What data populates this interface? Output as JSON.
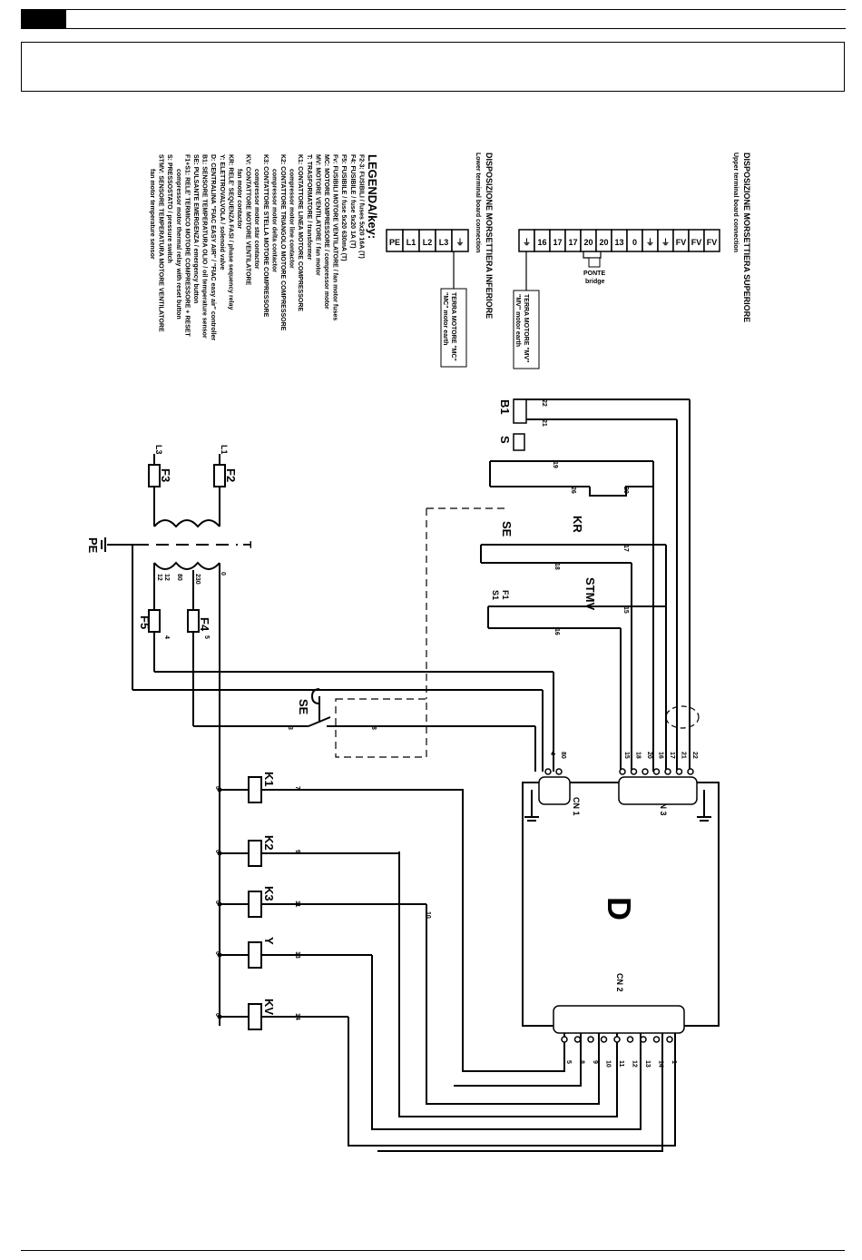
{
  "legend": {
    "title": "LEGENDA/key:",
    "items": [
      {
        "code": "F2-3:",
        "it": "FUSIBILI / fuses 5x20 16A (T)",
        "en": ""
      },
      {
        "code": "F4:",
        "it": "FUSIBILE / fuse 5x20 1A (T)",
        "en": ""
      },
      {
        "code": "F5:",
        "it": "FUSIBILE / fuse 5x20 630mA (T)",
        "en": ""
      },
      {
        "code": "Fv:",
        "it": "FUSIBILI MOTORE VENTILATORE / fan motor fuses",
        "en": ""
      },
      {
        "code": "MC:",
        "it": "MOTORE COMPRESSORE / compressor motor",
        "en": ""
      },
      {
        "code": "MV:",
        "it": "MOTORE VENTILATORE / fan motor",
        "en": ""
      },
      {
        "code": "T:",
        "it": "TRASFORMATORE / transformer",
        "en": ""
      },
      {
        "code": "K1:",
        "it": "CONTATTORE LINEA MOTORE COMPRESSORE",
        "en": "compressor motor line contactor"
      },
      {
        "code": "K2:",
        "it": "CONTATTORE TRIANGOLO MOTORE COMPRESSORE",
        "en": "compressor motor delta contactor"
      },
      {
        "code": "K3:",
        "it": "CONTATTORE STELLA MOTORE COMPRESSORE",
        "en": "compressor motor star contactor"
      },
      {
        "code": "KV:",
        "it": "CONTATTORE MOTORE VENTILATORE",
        "en": "fan motor contactor"
      },
      {
        "code": "KR:",
        "it": "RELE' SEQUENZA FASI / phase sequency relay",
        "en": ""
      },
      {
        "code": "Y:",
        "it": "ELETTROVALVOLA / solenoid valve",
        "en": ""
      },
      {
        "code": "D:",
        "it": "CENTRALINA \"FIAC EASY AIR\" / \"FIAC easy air\" controller",
        "en": ""
      },
      {
        "code": "B1:",
        "it": "SENSORE TEMPERATURA OLIO / oil temperature sensor",
        "en": ""
      },
      {
        "code": "SE:",
        "it": "PULSANTE EMERGENZA / emergency button",
        "en": ""
      },
      {
        "code": "F1+S1:",
        "it": "RELE' TERMICO MOTORE COMPRESSORE + RESET",
        "en": "compressor motor thermal relay with reset button"
      },
      {
        "code": "S:",
        "it": "PRESSOSTATO / pressure switch",
        "en": ""
      },
      {
        "code": "STMV:",
        "it": "SENSORE TEMPERATURA MOTORE VENTILATORE",
        "en": "fan motor temperature sensor"
      }
    ]
  },
  "lower_board": {
    "title": "DISPOSIZIONE MORSETTIERA INFERIORE",
    "subtitle": "Lower terminal board connection",
    "terminals": [
      "PE",
      "L1",
      "L2",
      "L3",
      "⏚"
    ],
    "note": "TERRA MOTORE \"MC\"",
    "note2": "\"MC\" motor earth"
  },
  "upper_board": {
    "title": "DISPOSIZIONE MORSETTIERA SUPERIORE",
    "subtitle": "Upper terminal board connection",
    "terminals": [
      "⏚",
      "16",
      "17",
      "17",
      "20",
      "20",
      "13",
      "0",
      "⏚",
      "⏚",
      "FV",
      "FV",
      "FV"
    ],
    "bridge": "PONTE",
    "bridge2": "bridge",
    "note": "TERRA MOTORE \"MV\"",
    "note2": "\"MV\" motor earth"
  },
  "components": {
    "fuse_f2": "F2",
    "fuse_f3": "F3",
    "line_l1": "L1",
    "line_l3": "L3",
    "transformer": "T",
    "pe": "PE",
    "fuse_f4": "F4",
    "fuse_f5": "F5",
    "tap_0": "0",
    "tap_230": "230",
    "tap_80": "80",
    "tap_12": "12",
    "b1": "B1",
    "s": "S",
    "kr": "KR",
    "se_top": "SE",
    "se_left": "SE",
    "f1": "F1",
    "s1": "S1",
    "stmv": "STMV",
    "k1": "K1",
    "k2": "K2",
    "k3": "K3",
    "y": "Y",
    "kv": "KV",
    "controller": "D",
    "cn1": "CN 1",
    "cn2": "CN 2",
    "cn3": "CN 3"
  },
  "wires": {
    "cn1_pins": [
      "4",
      "80"
    ],
    "cn3_pins": [
      "15",
      "18",
      "20",
      "16",
      "17",
      "21",
      "22"
    ],
    "cn2_pins": [
      "5",
      "8",
      "9",
      "10",
      "11",
      "12",
      "13",
      "14",
      "1"
    ],
    "coil_nums": [
      "7",
      "9",
      "11",
      "13",
      "14"
    ],
    "zero": "0",
    "wire_nums": [
      "22",
      "21",
      "26",
      "20",
      "19",
      "18",
      "17",
      "16",
      "15",
      "3",
      "4",
      "5",
      "8",
      "10",
      "12"
    ]
  }
}
